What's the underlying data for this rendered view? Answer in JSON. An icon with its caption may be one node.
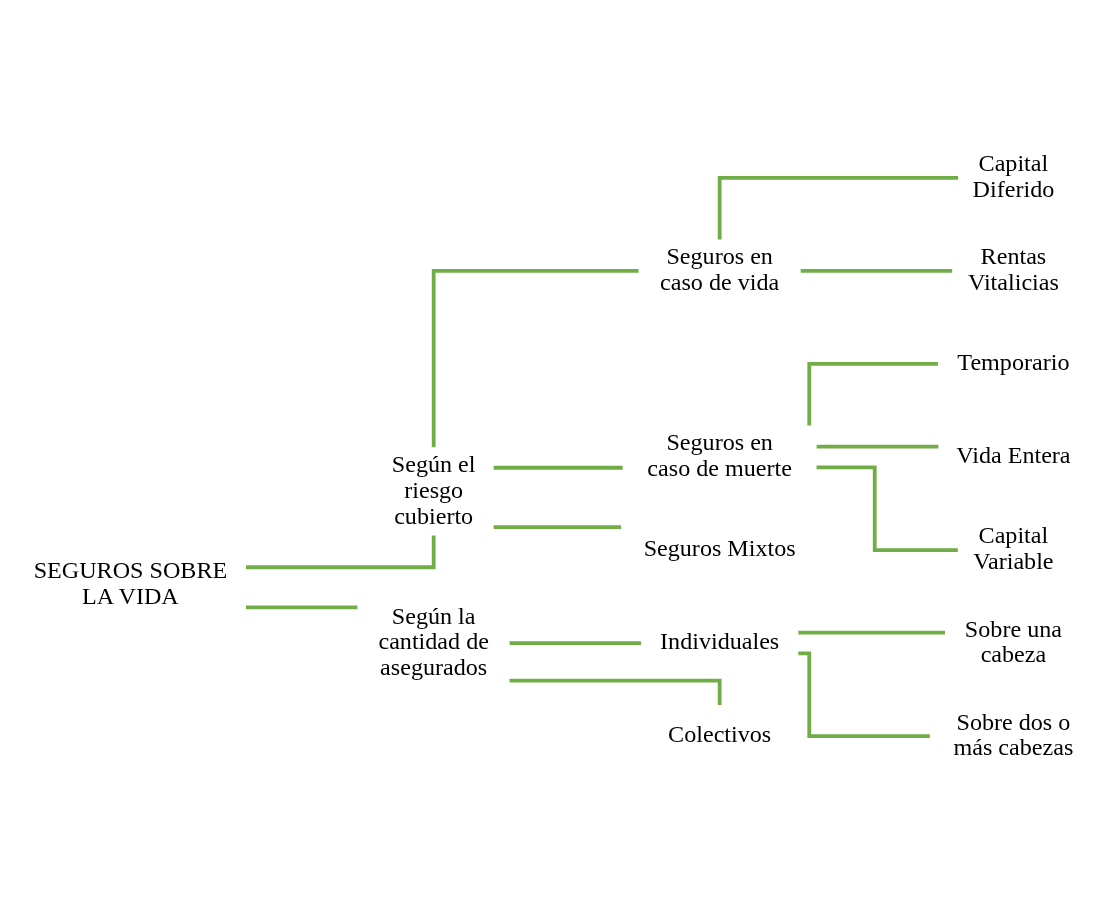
{
  "diagram": {
    "nodes": [
      {
        "text": [
          "SEGUROS SOBRE LA VIDA"
        ]
      },
      {
        "text": [
          "Según el riesgo cubierto"
        ]
      },
      {
        "text": [
          "Según la cantidad de asegurados"
        ]
      },
      {
        "text": [
          "Seguros en caso de vida"
        ]
      },
      {
        "text": [
          "Seguros en caso de muerte"
        ]
      },
      {
        "text": [
          "Seguros Mixtos"
        ]
      },
      {
        "text": [
          "Capital Diferido"
        ]
      },
      {
        "text": [
          "Rentas Vitalicias"
        ]
      },
      {
        "text": [
          "Temporario"
        ]
      },
      {
        "text": [
          "Vida Entera"
        ]
      },
      {
        "text": [
          "Capital Variable"
        ]
      },
      {
        "text": [
          "Individuales"
        ]
      },
      {
        "text": [
          "Colectivos"
        ]
      },
      {
        "text": [
          "Sobre una cabeza"
        ]
      },
      {
        "text": [
          "Sobre dos o más cabezas"
        ]
      }
    ],
    "edges": [
      {
        "from": 0,
        "to": 1,
        "arrow": "none"
      },
      {
        "from": 0,
        "to": 2,
        "arrow": "none"
      },
      {
        "from": 1,
        "to": 3,
        "arrow": "none"
      },
      {
        "from": 1,
        "to": 4,
        "arrow": "none"
      },
      {
        "from": 1,
        "to": 5,
        "arrow": "none"
      },
      {
        "from": 3,
        "to": 6,
        "arrow": "none"
      },
      {
        "from": 3,
        "to": 7,
        "arrow": "none"
      },
      {
        "from": 4,
        "to": 8,
        "arrow": "none"
      },
      {
        "from": 4,
        "to": 9,
        "arrow": "none"
      },
      {
        "from": 4,
        "to": 10,
        "arrow": "none"
      },
      {
        "from": 2,
        "to": 11,
        "arrow": "none"
      },
      {
        "from": 2,
        "to": 12,
        "arrow": "none"
      },
      {
        "from": 11,
        "to": 13,
        "arrow": "none"
      },
      {
        "from": 11,
        "to": 14,
        "arrow": "none"
      }
    ]
  }
}
